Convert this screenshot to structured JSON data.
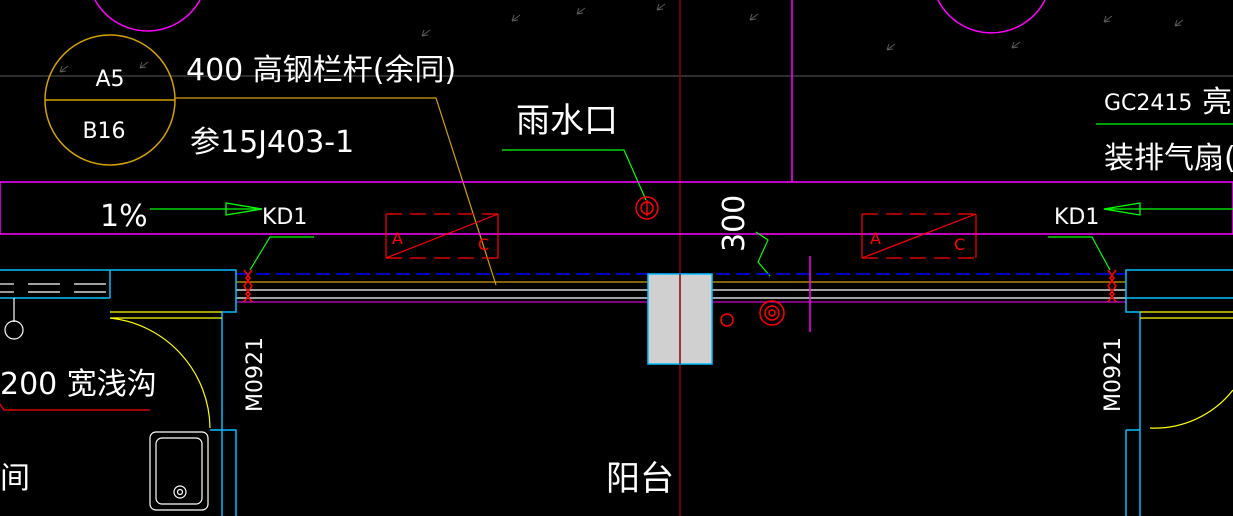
{
  "drawing": {
    "labels": {
      "detail_top": "A5",
      "detail_bottom": "B16",
      "railing_note": "400 高钢栏杆(余同)",
      "railing_ref": "参15J403-1",
      "rain_outlet": "雨水口",
      "slope": "1%",
      "drain_left": "KD1",
      "drain_right": "KD1",
      "dimension": "300",
      "fan_code": "GC2415",
      "fan_text": "亮",
      "fan_note": "装排气扇(余同",
      "door_left": "M0921",
      "door_right": "M0921",
      "gutter_note": "200 宽浅沟",
      "room_fragment": "间",
      "balcony": "阳台",
      "vent_left_a": "A",
      "vent_left_c": "C",
      "vent_right_a": "A",
      "vent_right_c": "C"
    },
    "colors": {
      "background": "#000000",
      "magenta": "#ff00ff",
      "red": "#ff0000",
      "green": "#00ff00",
      "yellow": "#ffff00",
      "cyan": "#00bfff",
      "blue": "#0000ff",
      "white": "#ffffff",
      "gray_fill": "#d0d0d0",
      "orange": "#d4a000",
      "dark_red": "#8b0000"
    }
  }
}
